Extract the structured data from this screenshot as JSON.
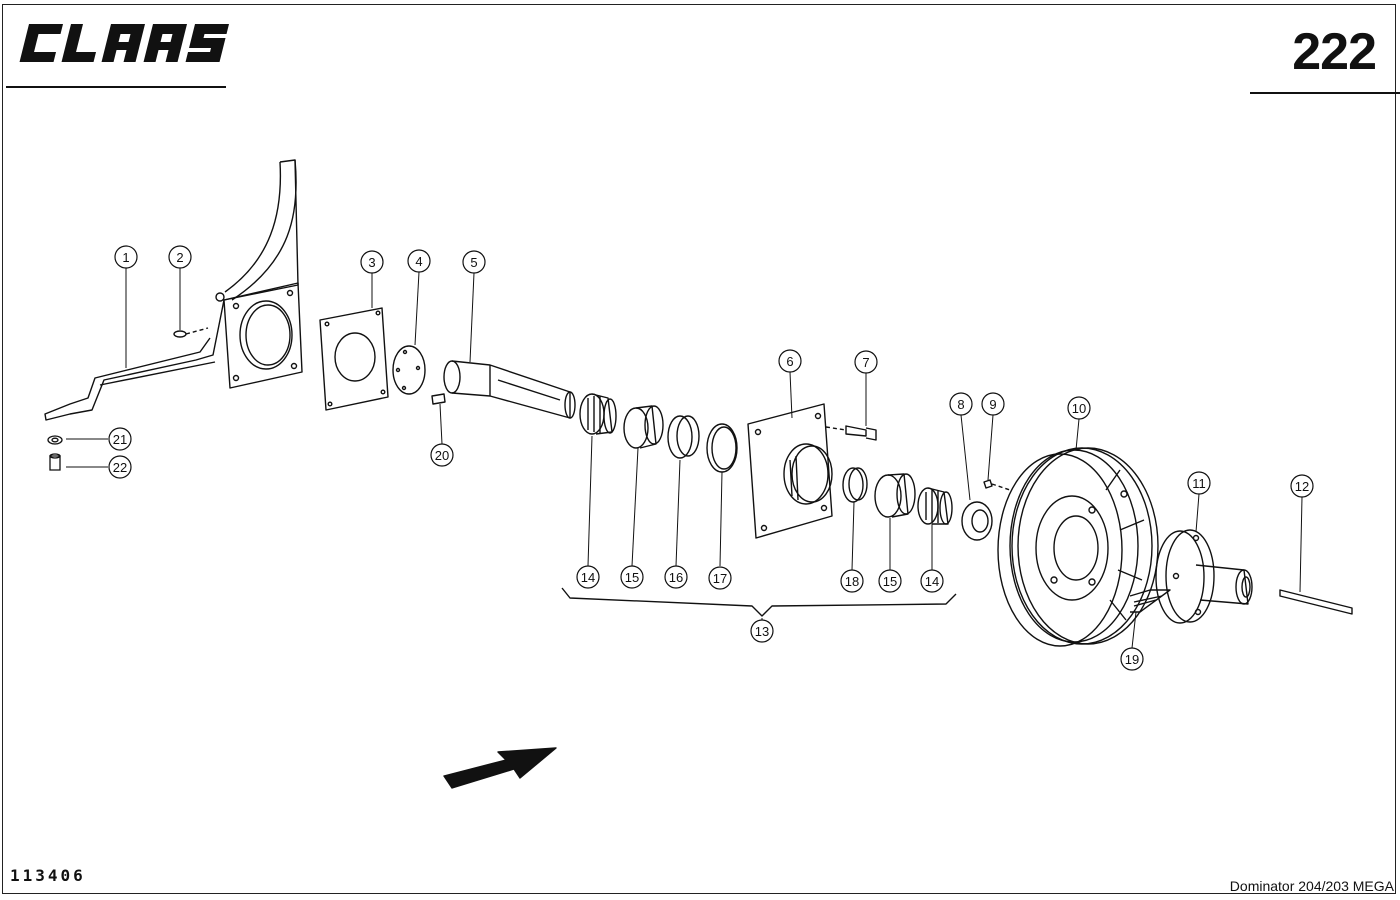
{
  "header": {
    "brand": "CLAAS",
    "page_number": "222"
  },
  "footer": {
    "doc_number": "113406",
    "model": "Dominator 204/203 MEGA"
  },
  "callouts": [
    {
      "id": "1",
      "label": "1"
    },
    {
      "id": "2",
      "label": "2"
    },
    {
      "id": "3",
      "label": "3"
    },
    {
      "id": "4",
      "label": "4"
    },
    {
      "id": "5",
      "label": "5"
    },
    {
      "id": "6",
      "label": "6"
    },
    {
      "id": "7",
      "label": "7"
    },
    {
      "id": "8",
      "label": "8"
    },
    {
      "id": "9",
      "label": "9"
    },
    {
      "id": "10",
      "label": "10"
    },
    {
      "id": "11",
      "label": "11"
    },
    {
      "id": "12",
      "label": "12"
    },
    {
      "id": "13",
      "label": "13"
    },
    {
      "id": "14a",
      "label": "14"
    },
    {
      "id": "15a",
      "label": "15"
    },
    {
      "id": "16",
      "label": "16"
    },
    {
      "id": "17",
      "label": "17"
    },
    {
      "id": "18",
      "label": "18"
    },
    {
      "id": "15b",
      "label": "15"
    },
    {
      "id": "14b",
      "label": "14"
    },
    {
      "id": "19",
      "label": "19"
    },
    {
      "id": "20",
      "label": "20"
    },
    {
      "id": "21",
      "label": "21"
    },
    {
      "id": "22",
      "label": "22"
    }
  ]
}
